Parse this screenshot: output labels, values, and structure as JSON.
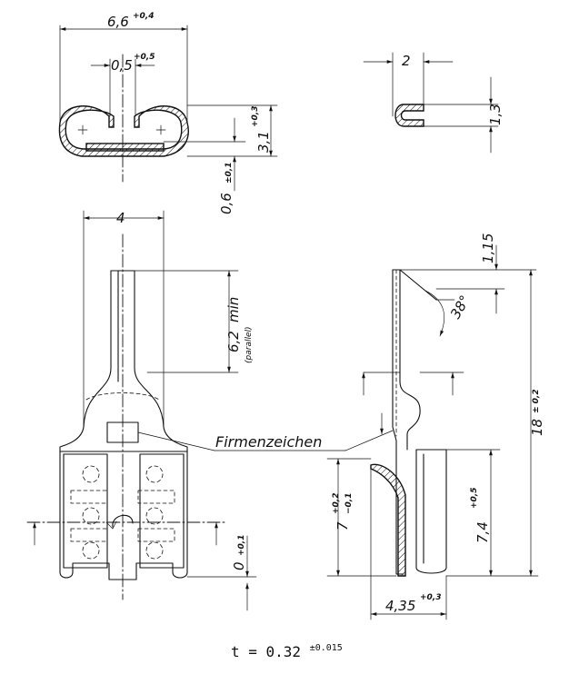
{
  "top_view": {
    "width_dim": "6,6",
    "width_tol": "+0,4",
    "gap_dim": "0,5",
    "gap_tol": "+0,5",
    "height_dim": "3,1",
    "height_tol": "+0,3",
    "base_dim": "0,6",
    "base_tol": "±0,1"
  },
  "section_view": {
    "width_dim": "2",
    "height_dim": "1,3"
  },
  "front_view": {
    "tab_width_dim": "4",
    "tab_length_dim": "6,2",
    "tab_length_suffix": "min",
    "tab_length_note": "(parallel)",
    "base_dim": "0",
    "base_tol": "+0,1",
    "marking_label": "Firmenzeichen"
  },
  "side_view": {
    "top_dim": "1,15",
    "angle_dim": "38°",
    "total_length_dim": "18",
    "total_length_tol": "± 0,2",
    "lower_length_dim": "7,4",
    "lower_length_tol": "+0,5",
    "crimp_dim": "7",
    "crimp_tol_upper": "+0,2",
    "crimp_tol_lower": "−0,1",
    "bottom_dim": "4,35",
    "bottom_tol": "+0,3"
  },
  "thickness": {
    "label": "t = 0.32",
    "tol": "±0.015"
  }
}
